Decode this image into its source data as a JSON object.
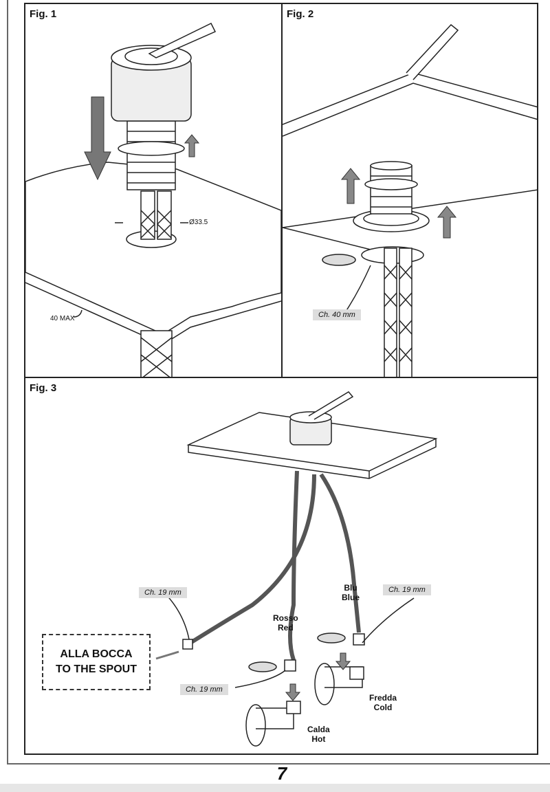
{
  "figures": {
    "fig1": {
      "label": "Fig. 1",
      "diameter": "Ø33.5",
      "max_thickness": "40 MAX"
    },
    "fig2": {
      "label": "Fig. 2",
      "wrench": "Ch. 40 mm"
    },
    "fig3": {
      "label": "Fig. 3",
      "wrench_spout": "Ch. 19 mm",
      "wrench_cold": "Ch. 19 mm",
      "wrench_hot": "Ch. 19 mm",
      "spout_it": "ALLA BOCCA",
      "spout_en": "TO THE SPOUT",
      "red_it": "Rosso",
      "red_en": "Red",
      "blue_it": "Blu",
      "blue_en": "Blue",
      "cold_it": "Fredda",
      "cold_en": "Cold",
      "hot_it": "Calda",
      "hot_en": "Hot"
    }
  },
  "page_number": "7"
}
